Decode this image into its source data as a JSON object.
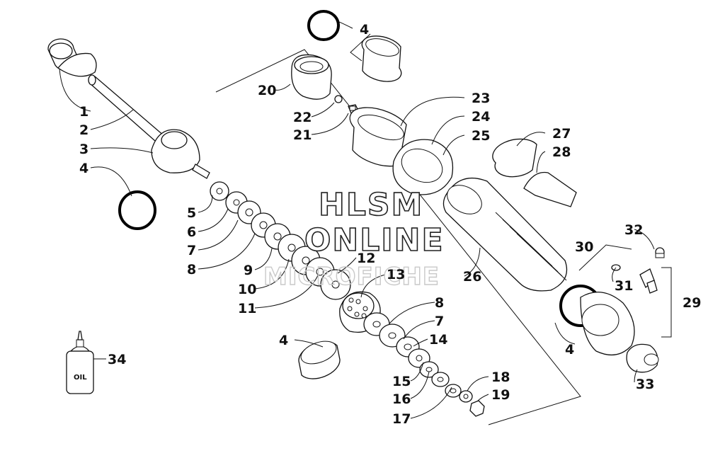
{
  "watermark": {
    "line1": "HLSM",
    "line2": "ONLINE",
    "line3": "MICROFICHE"
  },
  "bottle_label": "OIL",
  "callouts": [
    "1",
    "2",
    "3",
    "4",
    "5",
    "6",
    "7",
    "8",
    "9",
    "10",
    "11",
    "12",
    "13",
    "4",
    "20",
    "22",
    "21",
    "23",
    "24",
    "25",
    "27",
    "28",
    "26",
    "8",
    "7",
    "14",
    "15",
    "16",
    "17",
    "18",
    "19",
    "4",
    "30",
    "32",
    "31",
    "29",
    "4",
    "33",
    "34"
  ]
}
